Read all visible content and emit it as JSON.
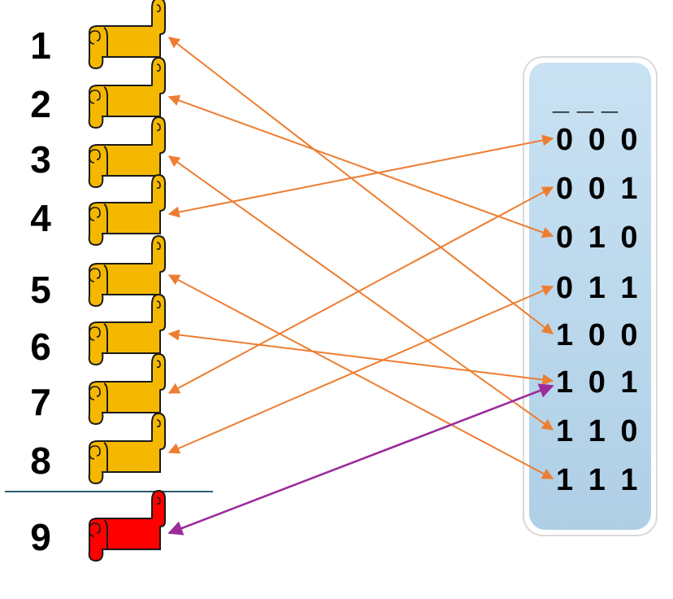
{
  "scrolls": [
    {
      "label": "1",
      "color": "#F5B800"
    },
    {
      "label": "2",
      "color": "#F5B800"
    },
    {
      "label": "3",
      "color": "#F5B800"
    },
    {
      "label": "4",
      "color": "#F5B800"
    },
    {
      "label": "5",
      "color": "#F5B800"
    },
    {
      "label": "6",
      "color": "#F5B800"
    },
    {
      "label": "7",
      "color": "#F5B800"
    },
    {
      "label": "8",
      "color": "#F5B800"
    },
    {
      "label": "9",
      "color": "#FF0000"
    }
  ],
  "panel": {
    "header": "_ _ _",
    "codes": [
      "0 0 0",
      "0 0 1",
      "0 1 0",
      "0 1 1",
      "1 0 0",
      "1 0 1",
      "1 1 0",
      "1 1 1"
    ],
    "fill": "#BDDAEE"
  },
  "mappings": [
    {
      "scroll": "1",
      "code": "1 0 0"
    },
    {
      "scroll": "2",
      "code": "0 1 0"
    },
    {
      "scroll": "3",
      "code": "1 1 0"
    },
    {
      "scroll": "4",
      "code": "0 0 0"
    },
    {
      "scroll": "5",
      "code": "1 1 1"
    },
    {
      "scroll": "6",
      "code": "1 0 1"
    },
    {
      "scroll": "7",
      "code": "0 0 1"
    },
    {
      "scroll": "8",
      "code": "0 1 1"
    },
    {
      "scroll": "9",
      "code": "1 0 1",
      "highlight": true
    }
  ],
  "colors": {
    "arrow": "#ED7D31",
    "highlight_arrow": "#9B2C9B",
    "divider": "#2E5C6E",
    "scroll_outline": "#1A1A1A"
  }
}
